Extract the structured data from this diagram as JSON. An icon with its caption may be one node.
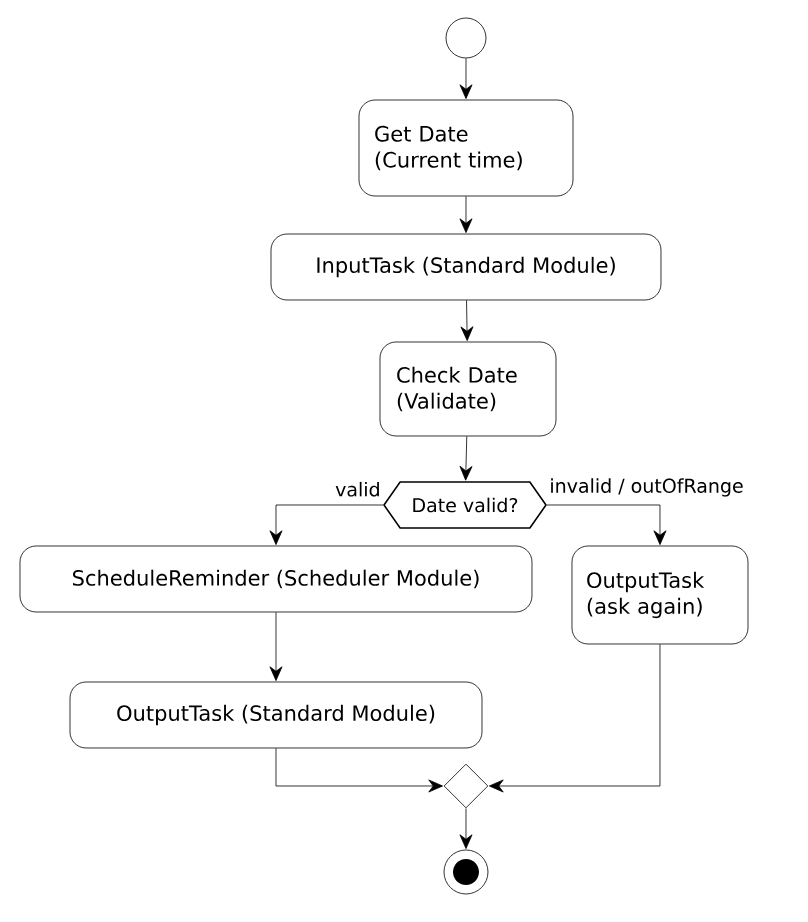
{
  "diagram": {
    "nodes": [
      {
        "text": [],
        "shape": "circle"
      },
      {
        "text": [
          "Get Date (Current time)"
        ]
      },
      {
        "text": [
          "InputTask (Standard Module)"
        ]
      },
      {
        "text": [
          "Check Date (Validate)"
        ]
      },
      {
        "text": [
          "Date valid?"
        ]
      },
      {
        "text": [
          "ScheduleReminder (Scheduler Module)"
        ]
      },
      {
        "text": [
          "OutputTask (ask again)"
        ]
      },
      {
        "text": [
          "OutputTask (Standard Module)"
        ]
      },
      {
        "text": [],
        "shape": "diamond"
      },
      {
        "text": [],
        "shape": "circle"
      }
    ],
    "edges": [
      {
        "from": 0,
        "to": 1,
        "arrow": "to"
      },
      {
        "from": 1,
        "to": 2,
        "arrow": "to"
      },
      {
        "from": 2,
        "to": 3,
        "arrow": "to"
      },
      {
        "from": 3,
        "to": 4,
        "arrow": "to"
      },
      {
        "from": 4,
        "to": 5,
        "arrow": "to",
        "label": "valid"
      },
      {
        "from": 4,
        "to": 6,
        "arrow": "to",
        "label": "invalid / outOfRange"
      },
      {
        "from": 5,
        "to": 7,
        "arrow": "to"
      },
      {
        "from": 7,
        "to": 8,
        "arrow": "to"
      },
      {
        "from": 6,
        "to": 8,
        "arrow": "to"
      },
      {
        "from": 8,
        "to": 9,
        "arrow": "to"
      }
    ]
  }
}
